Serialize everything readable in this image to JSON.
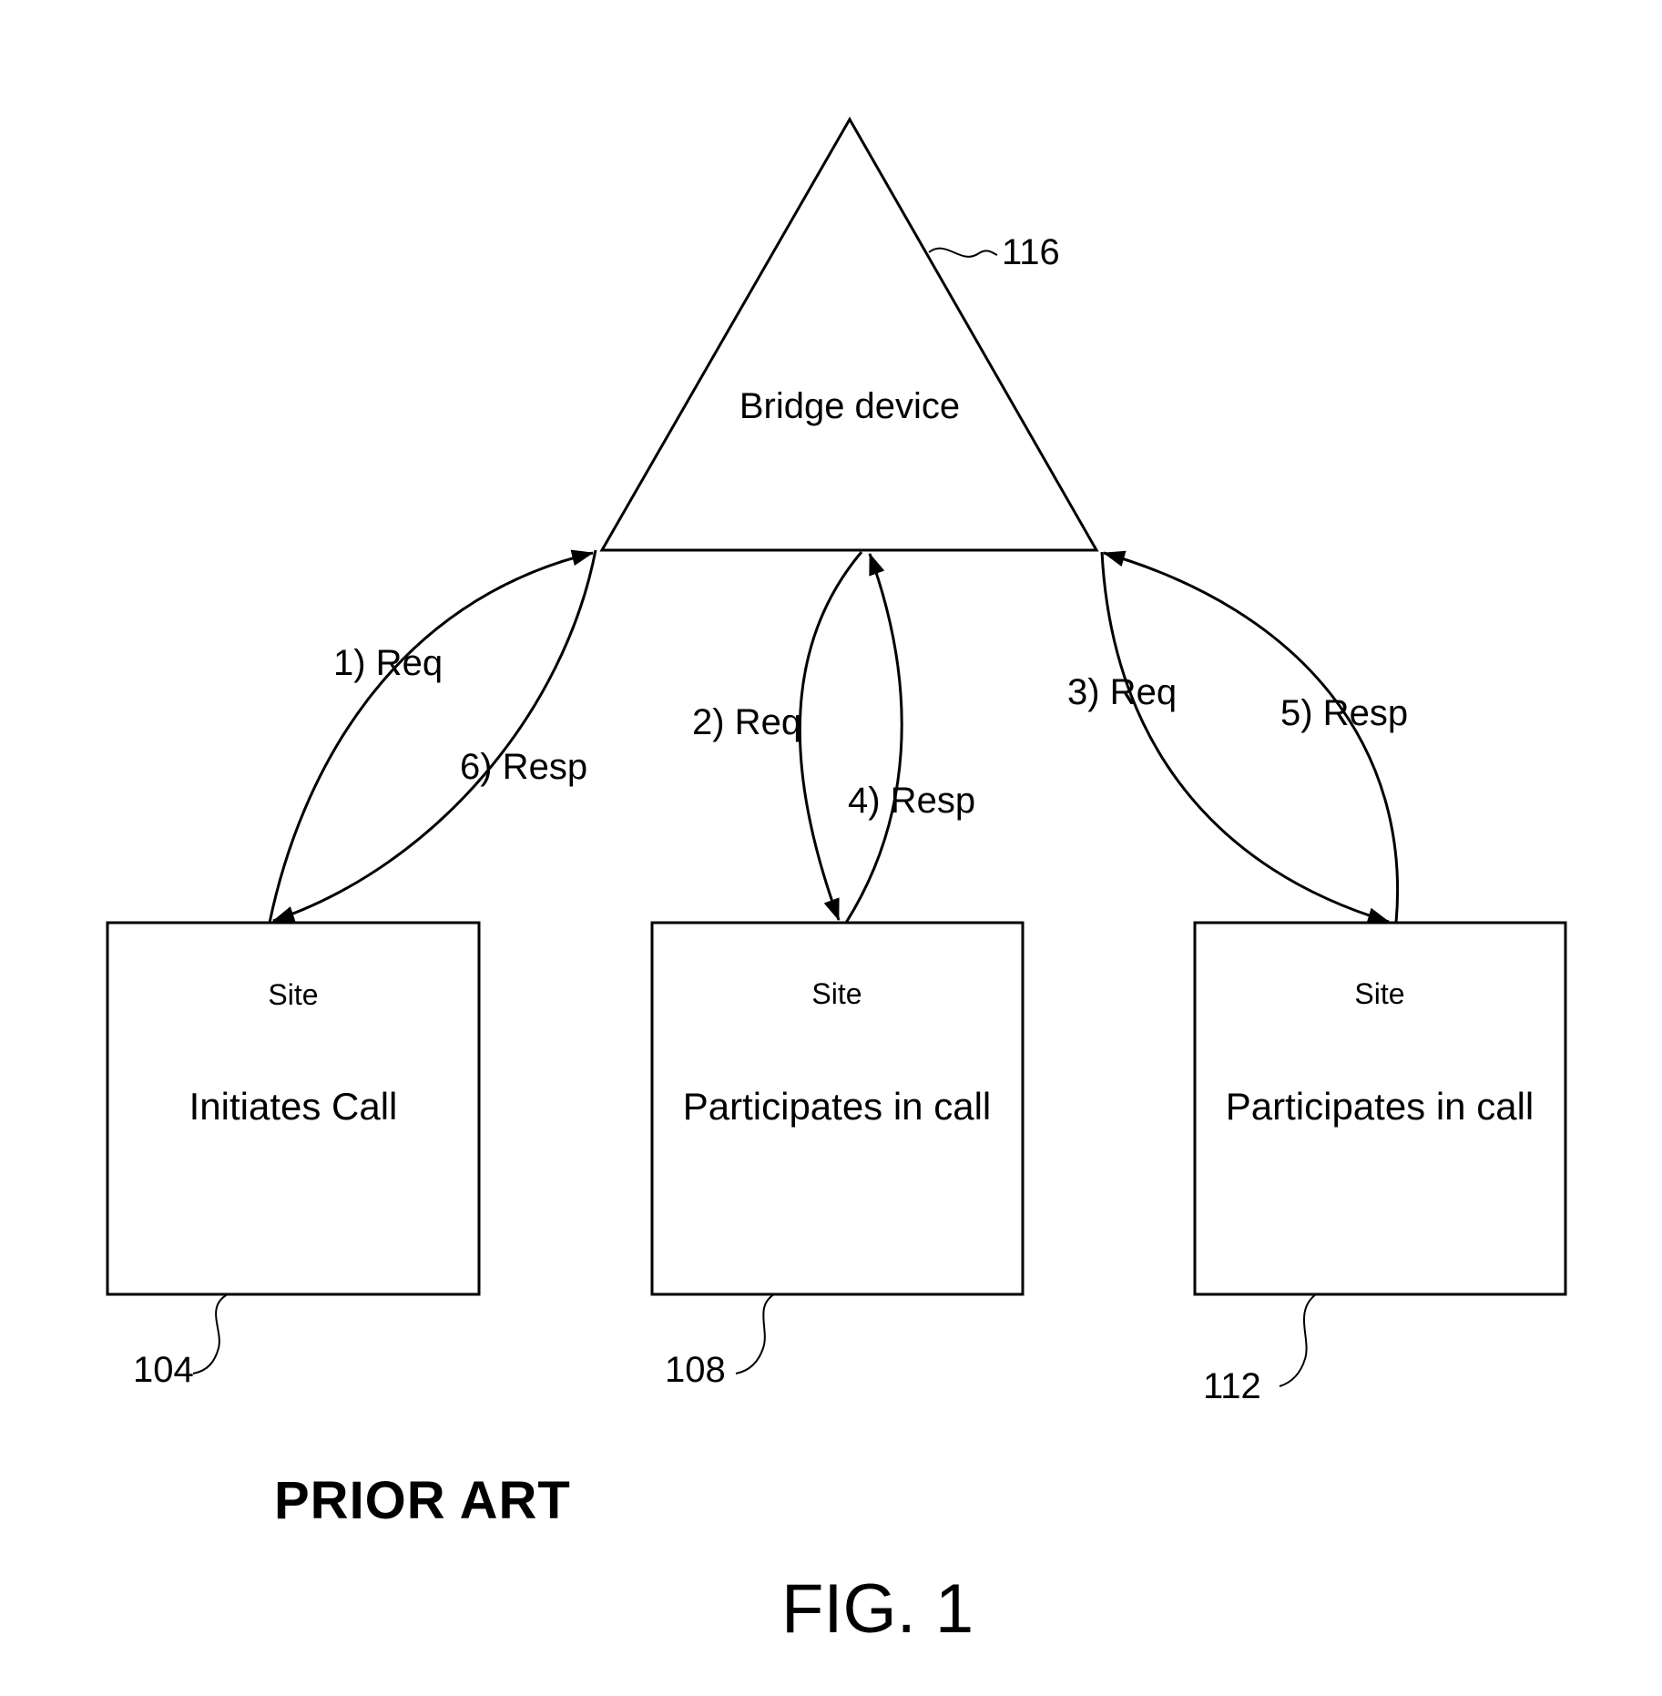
{
  "bridge": {
    "label": "Bridge device",
    "ref": "116"
  },
  "sites": [
    {
      "title": "Site",
      "desc": "Initiates Call",
      "ref": "104"
    },
    {
      "title": "Site",
      "desc": "Participates in call",
      "ref": "108"
    },
    {
      "title": "Site",
      "desc": "Participates in call",
      "ref": "112"
    }
  ],
  "arrows": [
    {
      "label": "1) Req"
    },
    {
      "label": "6) Resp"
    },
    {
      "label": "2) Req"
    },
    {
      "label": "4) Resp"
    },
    {
      "label": "3) Req"
    },
    {
      "label": "5) Resp"
    }
  ],
  "prior_art": "PRIOR ART",
  "figure_caption": "FIG. 1"
}
